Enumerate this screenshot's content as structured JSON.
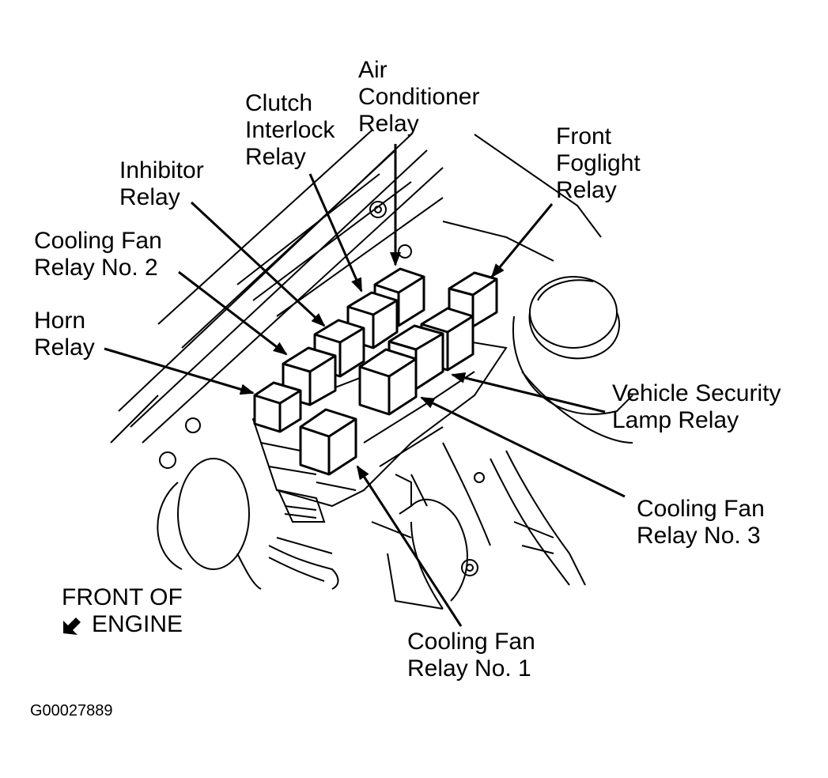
{
  "labels": {
    "air_conditioner_relay": [
      "Air",
      "Conditioner",
      "Relay"
    ],
    "clutch_interlock_relay": [
      "Clutch",
      "Interlock",
      "Relay"
    ],
    "front_foglight_relay": [
      "Front",
      "Foglight",
      "Relay"
    ],
    "inhibitor_relay": [
      "Inhibitor",
      "Relay"
    ],
    "cooling_fan_relay_2": [
      "Cooling Fan",
      "Relay No. 2"
    ],
    "horn_relay": [
      "Horn",
      "Relay"
    ],
    "vehicle_security_lamp_relay": [
      "Vehicle Security",
      "Lamp Relay"
    ],
    "cooling_fan_relay_3": [
      "Cooling Fan",
      "Relay No. 3"
    ],
    "cooling_fan_relay_1": [
      "Cooling Fan",
      "Relay No. 1"
    ]
  },
  "front_of_engine": [
    "FRONT OF",
    "ENGINE"
  ],
  "figure_code": "G00027889",
  "colors": {
    "ink": "#000000",
    "background": "#ffffff",
    "relay_fill": "#ffffff"
  },
  "icons": {
    "front_direction": "arrow-pointing-down-left-icon"
  }
}
